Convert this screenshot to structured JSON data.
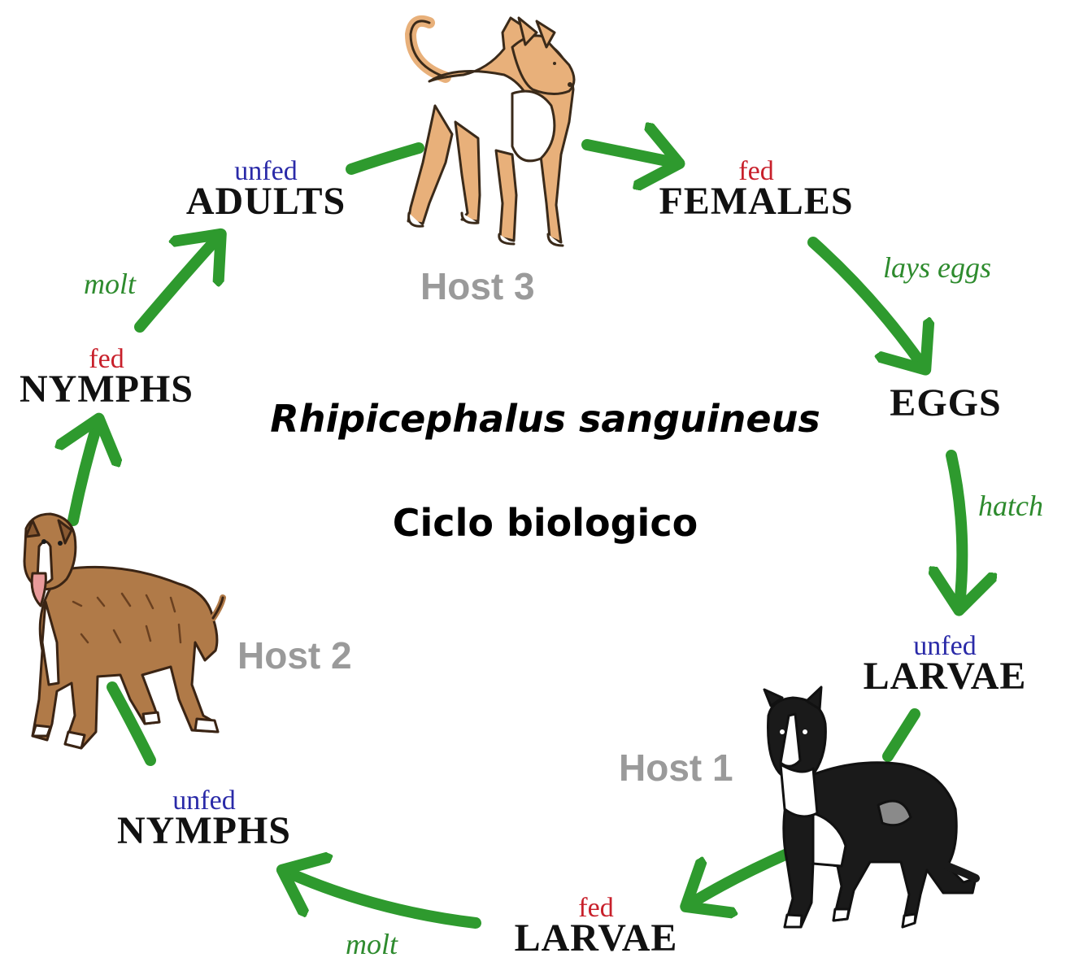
{
  "title": "Rhipicephalus sanguineus",
  "subtitle": "Ciclo biologico",
  "stages": {
    "unfed_adults": {
      "state": "unfed",
      "stage": "ADULTS"
    },
    "fed_females": {
      "state": "fed",
      "stage": "FEMALES"
    },
    "eggs": {
      "stage": "EGGS"
    },
    "unfed_larvae": {
      "state": "unfed",
      "stage": "LARVAE"
    },
    "fed_larvae": {
      "state": "fed",
      "stage": "LARVAE"
    },
    "unfed_nymphs": {
      "state": "unfed",
      "stage": "NYMPHS"
    },
    "fed_nymphs": {
      "state": "fed",
      "stage": "NYMPHS"
    }
  },
  "transitions": {
    "lays_eggs": "lays eggs",
    "hatch": "hatch",
    "molt_larvae": "molt",
    "molt_nymphs": "molt"
  },
  "hosts": {
    "host1": "Host 1",
    "host2": "Host 2",
    "host3": "Host 3"
  },
  "colors": {
    "arrow": "#2e9a2e",
    "fed": "#c8202b",
    "unfed": "#2a2aa8",
    "host": "#9a9a9a"
  }
}
